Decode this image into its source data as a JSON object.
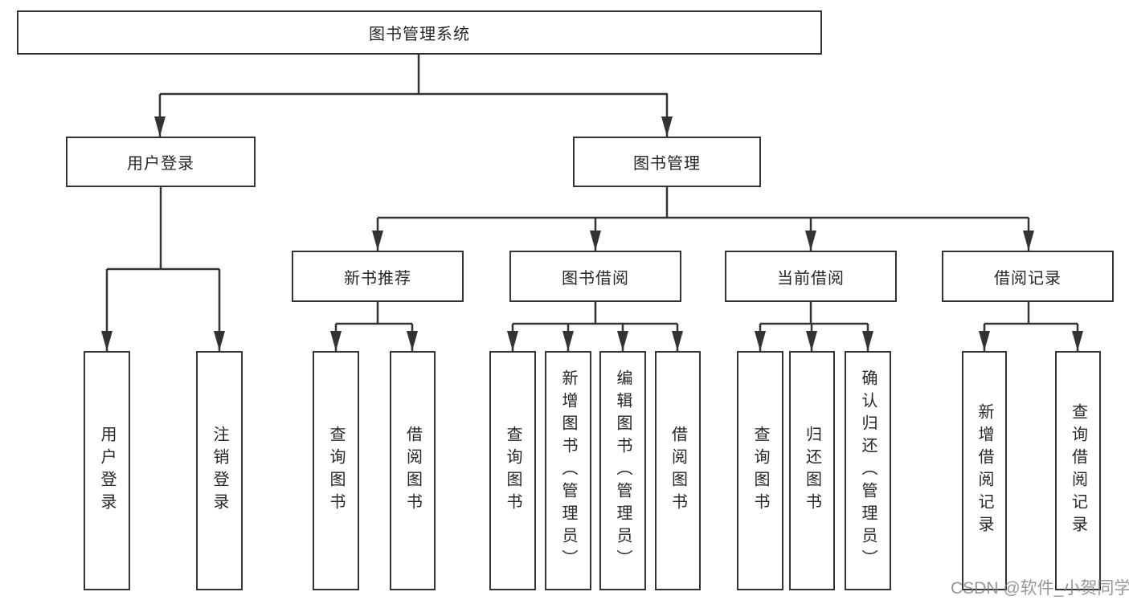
{
  "diagram": {
    "title": "图书管理系统",
    "nodes": {
      "root": "图书管理系统",
      "level2": [
        "用户登录",
        "图书管理"
      ],
      "level3": [
        "新书推荐",
        "图书借阅",
        "当前借阅",
        "借阅记录"
      ],
      "leaves": [
        "用户登录",
        "注销登录",
        "查询图书",
        "借阅图书",
        "查询图书",
        "新增图书（管理员）",
        "编辑图书（管理员）",
        "借阅图书",
        "查询图书",
        "归还图书",
        "确认归还（管理员）",
        "新增借阅记录",
        "查询借阅记录"
      ]
    },
    "structure": {
      "图书管理系统": [
        "用户登录",
        "图书管理"
      ],
      "用户登录": [
        "用户登录",
        "注销登录"
      ],
      "图书管理": [
        "新书推荐",
        "图书借阅",
        "当前借阅",
        "借阅记录"
      ],
      "新书推荐": [
        "查询图书",
        "借阅图书"
      ],
      "图书借阅": [
        "查询图书",
        "新增图书（管理员）",
        "编辑图书（管理员）",
        "借阅图书"
      ],
      "当前借阅": [
        "查询图书",
        "归还图书",
        "确认归还（管理员）"
      ],
      "借阅记录": [
        "新增借阅记录",
        "查询借阅记录"
      ]
    },
    "colors": {
      "line": "#333333",
      "text": "#262626",
      "box_fill": "#ffffff",
      "background": "#ffffff",
      "watermark": "#7d7d7d"
    }
  },
  "watermark": {
    "text": "CSDN @软件_小贺同学"
  }
}
